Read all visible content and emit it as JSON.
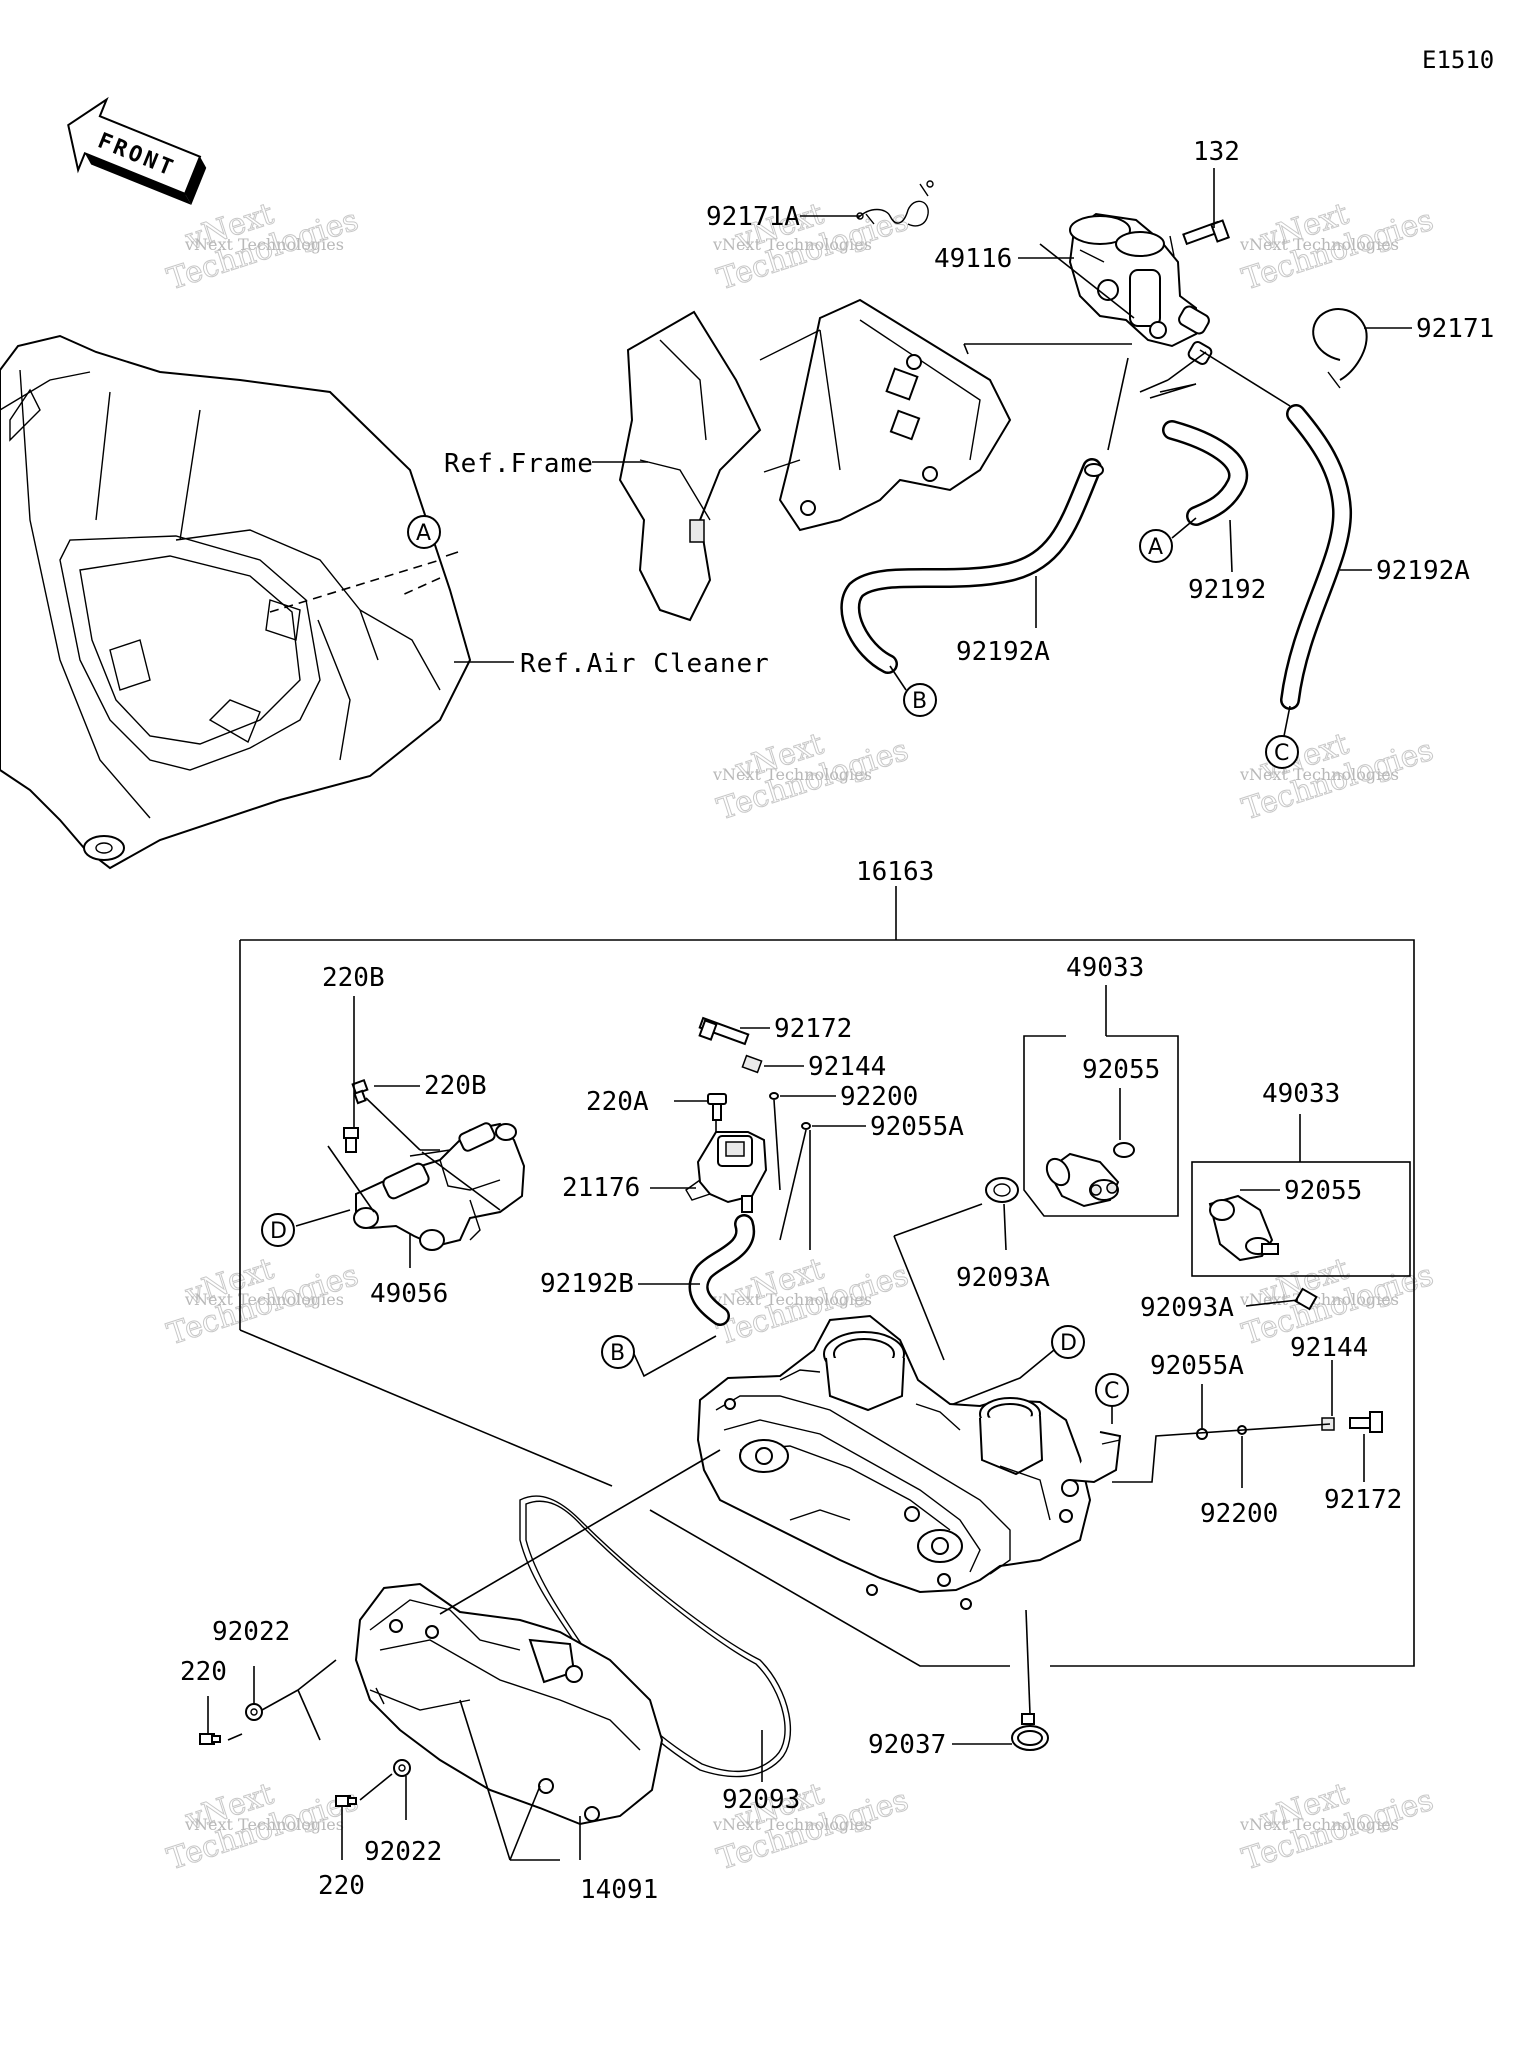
{
  "diagram_code": "E1510",
  "orientation": {
    "label": "FRONT"
  },
  "references": {
    "frame": "Ref.Frame",
    "air_cleaner": "Ref.Air Cleaner"
  },
  "callouts": {
    "a": "A",
    "b": "B",
    "c": "C",
    "d": "D"
  },
  "parts": {
    "p132": "132",
    "p92171A": "92171A",
    "p49116": "49116",
    "p92171": "92171",
    "p92192A_right": "92192A",
    "p92192": "92192",
    "p92192A_left": "92192A",
    "p16163": "16163",
    "p220B_top": "220B",
    "p220B_mid": "220B",
    "p49056": "49056",
    "p92172_top": "92172",
    "p92144_top": "92144",
    "p220A": "220A",
    "p92200_top": "92200",
    "p92055A_top": "92055A",
    "p21176": "21176",
    "p92192B": "92192B",
    "p49033_a": "49033",
    "p92055_a": "92055",
    "p92093A_a": "92093A",
    "p49033_b": "49033",
    "p92055_b": "92055",
    "p92093A_b": "92093A",
    "p92055A_right": "92055A",
    "p92144_right": "92144",
    "p92200_right": "92200",
    "p92172_right": "92172",
    "p92022_top": "92022",
    "p220_top": "220",
    "p92022_bot": "92022",
    "p220_bot": "220",
    "p92093": "92093",
    "p92037": "92037",
    "p14091": "14091"
  },
  "watermark": {
    "line1": "vNext Technologies",
    "line2": "vNext",
    "line3": "Technologies"
  }
}
